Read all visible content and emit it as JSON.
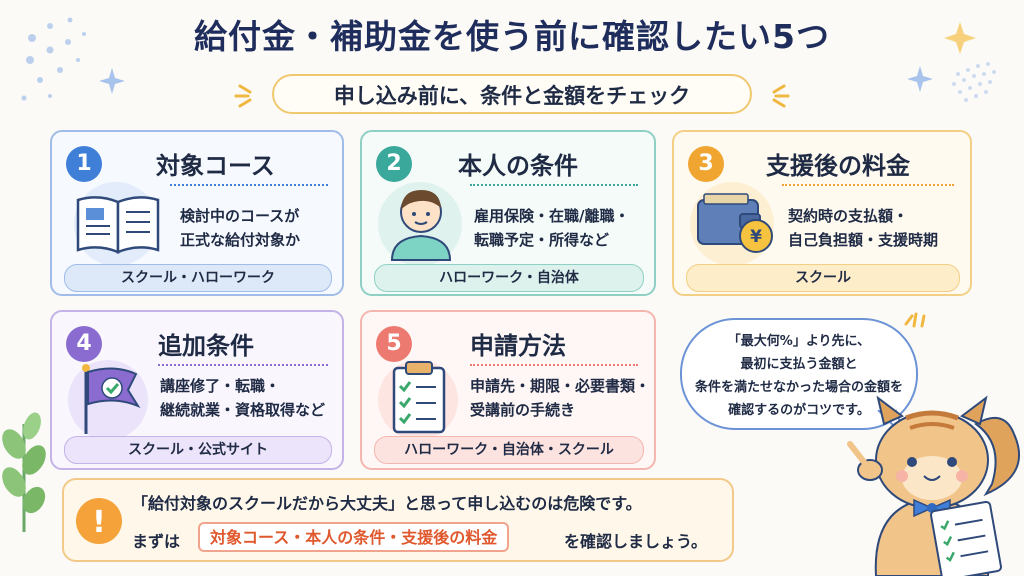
{
  "title": "給付金・補助金を使う前に確認したい5つ",
  "subtitle": "申し込み前に、条件と金額をチェック",
  "cards": [
    {
      "num": "1",
      "title": "対象コース",
      "body": [
        "検討中のコースが",
        "正式な給付対象か"
      ],
      "pill": "スクール・ハローワーク",
      "accent": "#3f7fd8"
    },
    {
      "num": "2",
      "title": "本人の条件",
      "body": [
        "雇用保険・在職/離職・",
        "転職予定・所得など"
      ],
      "pill": "ハローワーク・自治体",
      "accent": "#3aa89a"
    },
    {
      "num": "3",
      "title": "支援後の料金",
      "body": [
        "契約時の支払額・",
        "自己負担額・支援時期"
      ],
      "pill": "スクール",
      "accent": "#f0a531"
    },
    {
      "num": "4",
      "title": "追加条件",
      "body": [
        "講座修了・転職・",
        "継続就業・資格取得など"
      ],
      "pill": "スクール・公式サイト",
      "accent": "#8a6bd0"
    },
    {
      "num": "5",
      "title": "申請方法",
      "body": [
        "申請先・期限・必要書類・",
        "受講前の手続き"
      ],
      "pill": "ハローワーク・自治体・スクール",
      "accent": "#ec7a70"
    }
  ],
  "bubble": [
    "「最大何%」より先に、",
    "最初に支払う金額と",
    "条件を満たせなかった場合の金額を",
    "確認するのがコツです。"
  ],
  "warning": {
    "line1": "「給付対象のスクールだから大丈夫」と思って申し込むのは危険です。",
    "line2_prefix": "まずは",
    "highlight": "対象コース・本人の条件・支援後の料金",
    "line2_suffix": "を確認しましょう。",
    "icon": "!"
  },
  "icons": [
    "open-book-icon",
    "person-icon",
    "wallet-yen-icon",
    "flag-check-icon",
    "checklist-clipboard-icon",
    "warning-icon",
    "squirrel-mascot",
    "plant-icon"
  ]
}
